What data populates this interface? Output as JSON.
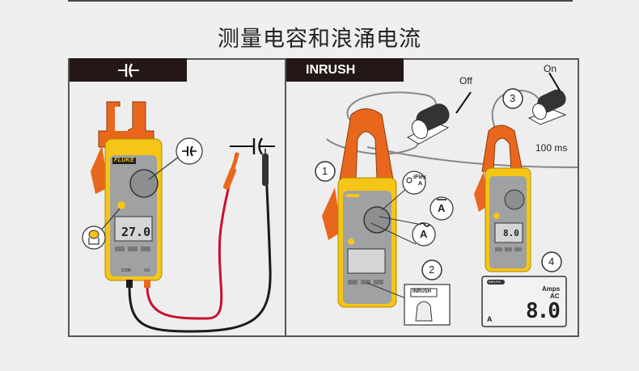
{
  "title": "测量电容和浪涌电流",
  "left_panel": {
    "header_icon": "capacitor-icon",
    "callout_icon": "capacitor-icon",
    "meter": {
      "brand": "FLUKE",
      "display_value": "27.0",
      "port_labels": [
        "COM",
        "VΩ"
      ]
    }
  },
  "right_panel": {
    "header": "INRUSH",
    "motor_off_label": "Off",
    "motor_on_label": "On",
    "timing_label": "100 ms",
    "steps": [
      "1",
      "2",
      "3",
      "4"
    ],
    "callouts": {
      "iflex": "iFlex",
      "iflex_unit": "A",
      "dc_amps": "A",
      "ac_amps": "A"
    },
    "inrush_button": "INRUSH",
    "meter_display_value": "8.0",
    "step4_display": {
      "mode_tag": "INRUSH",
      "unit_line1": "Amps",
      "unit_line2": "AC",
      "value": "8.0",
      "indicator": "A"
    }
  },
  "colors": {
    "meter_yellow": "#f5c518",
    "clamp_orange": "#e8671d",
    "body_gray": "#a8a8a8",
    "lead_red": "#c8102e",
    "lead_black": "#1a1a1a",
    "header_dark": "#231815"
  }
}
